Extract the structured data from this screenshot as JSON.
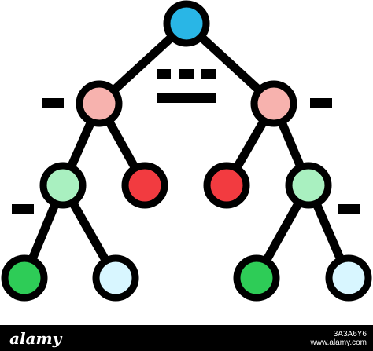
{
  "diagram": {
    "nodes": [
      {
        "id": "root",
        "fill": "#29b6e6",
        "level": 0
      },
      {
        "id": "l1-left",
        "fill": "#f7b2ae",
        "level": 1
      },
      {
        "id": "l1-right",
        "fill": "#f7b2ae",
        "level": 1
      },
      {
        "id": "l2-a",
        "fill": "#a9f0c0",
        "level": 2
      },
      {
        "id": "l2-b",
        "fill": "#f23b40",
        "level": 2
      },
      {
        "id": "l2-c",
        "fill": "#f23b40",
        "level": 2
      },
      {
        "id": "l2-d",
        "fill": "#a9f0c0",
        "level": 2
      },
      {
        "id": "l3-a",
        "fill": "#2ecc57",
        "level": 3
      },
      {
        "id": "l3-b",
        "fill": "#d8f6ff",
        "level": 3
      },
      {
        "id": "l3-c",
        "fill": "#2ecc57",
        "level": 3
      },
      {
        "id": "l3-d",
        "fill": "#d8f6ff",
        "level": 3
      }
    ],
    "edges": [
      [
        "root",
        "l1-left"
      ],
      [
        "root",
        "l1-right"
      ],
      [
        "l1-left",
        "l2-a"
      ],
      [
        "l1-left",
        "l2-b"
      ],
      [
        "l1-right",
        "l2-c"
      ],
      [
        "l1-right",
        "l2-d"
      ],
      [
        "l2-a",
        "l3-a"
      ],
      [
        "l2-a",
        "l3-b"
      ],
      [
        "l2-d",
        "l3-c"
      ],
      [
        "l2-d",
        "l3-d"
      ]
    ],
    "stroke_color": "#000000"
  },
  "watermark": {
    "logo": "alamy",
    "image_id": "3A3A6Y6",
    "site": "www.alamy.com"
  }
}
